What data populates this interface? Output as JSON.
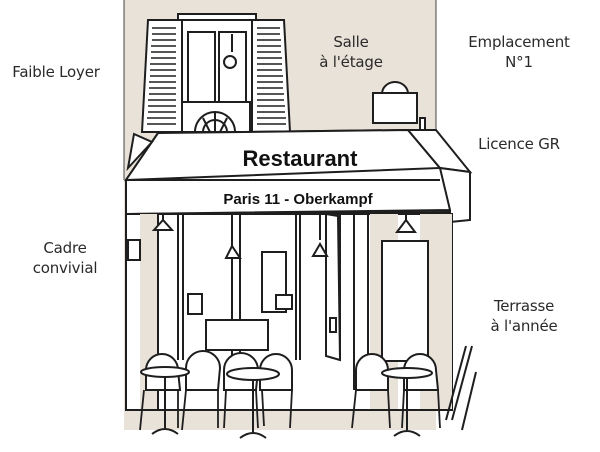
{
  "sign": {
    "title": "Restaurant",
    "subtitle": "Paris 11 - Oberkampf"
  },
  "features": {
    "left": [
      {
        "id": "faible-loyer",
        "lines": [
          "Faible Loyer"
        ]
      },
      {
        "id": "cadre-convivial",
        "lines": [
          "Cadre",
          "convivial"
        ]
      }
    ],
    "center": [
      {
        "id": "salle-etage",
        "lines": [
          "Salle",
          "à l'étage"
        ]
      }
    ],
    "right": [
      {
        "id": "emplacement",
        "lines": [
          "Emplacement",
          "N°1"
        ]
      },
      {
        "id": "licence",
        "lines": [
          "Licence GR"
        ]
      },
      {
        "id": "terrasse",
        "lines": [
          "Terrasse",
          "à l'année"
        ]
      }
    ]
  },
  "colors": {
    "wall": "#e9e2d9",
    "line": "#1e1e1e",
    "background": "#ffffff"
  }
}
